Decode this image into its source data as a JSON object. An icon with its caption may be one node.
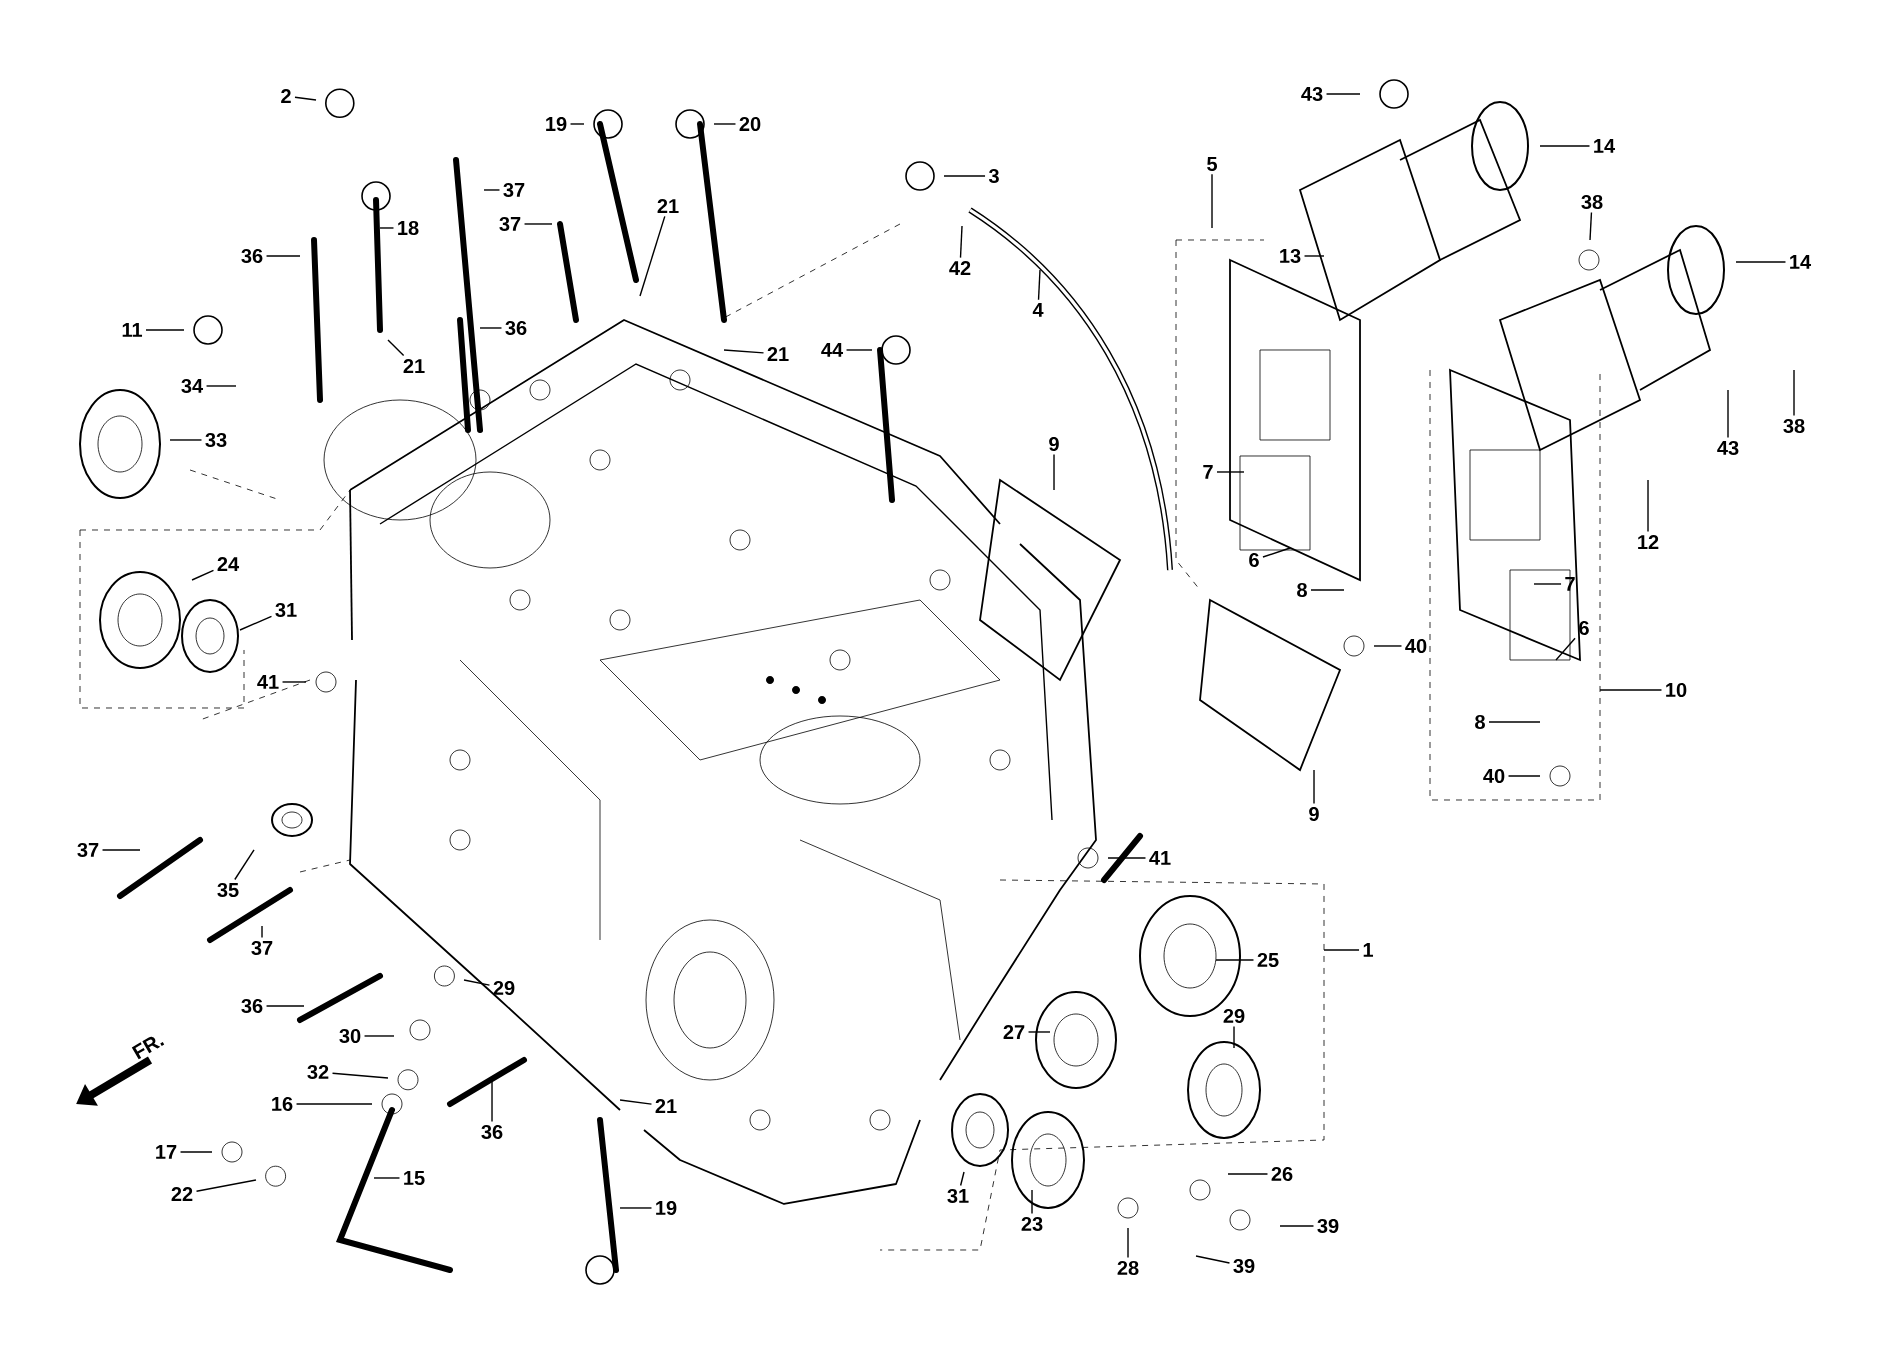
{
  "diagram": {
    "nodes": [
      {
        "text": [
          "2"
        ]
      },
      {
        "text": [
          "19"
        ]
      },
      {
        "text": [
          "20"
        ]
      },
      {
        "text": [
          "3"
        ]
      },
      {
        "text": [
          "42"
        ]
      },
      {
        "text": [
          "4"
        ]
      },
      {
        "text": [
          "43"
        ]
      },
      {
        "text": [
          "14"
        ]
      },
      {
        "text": [
          "38"
        ]
      },
      {
        "text": [
          "14"
        ]
      },
      {
        "text": [
          "13"
        ]
      },
      {
        "text": [
          "5"
        ]
      },
      {
        "text": [
          "37"
        ]
      },
      {
        "text": [
          "37"
        ]
      },
      {
        "text": [
          "18"
        ]
      },
      {
        "text": [
          "36"
        ]
      },
      {
        "text": [
          "21"
        ]
      },
      {
        "text": [
          "21"
        ]
      },
      {
        "text": [
          "44"
        ]
      },
      {
        "text": [
          "11"
        ]
      },
      {
        "text": [
          "21"
        ]
      },
      {
        "text": [
          "36"
        ]
      },
      {
        "text": [
          "34"
        ]
      },
      {
        "text": [
          "33"
        ]
      },
      {
        "text": [
          "24"
        ]
      },
      {
        "text": [
          "31"
        ]
      },
      {
        "text": [
          "41"
        ]
      },
      {
        "text": [
          "9"
        ]
      },
      {
        "text": [
          "7"
        ]
      },
      {
        "text": [
          "6"
        ]
      },
      {
        "text": [
          "8"
        ]
      },
      {
        "text": [
          "40"
        ]
      },
      {
        "text": [
          "38"
        ]
      },
      {
        "text": [
          "43"
        ]
      },
      {
        "text": [
          "12"
        ]
      },
      {
        "text": [
          "7"
        ]
      },
      {
        "text": [
          "6"
        ]
      },
      {
        "text": [
          "8"
        ]
      },
      {
        "text": [
          "40"
        ]
      },
      {
        "text": [
          "10"
        ]
      },
      {
        "text": [
          "9"
        ]
      },
      {
        "text": [
          "37"
        ]
      },
      {
        "text": [
          "35"
        ]
      },
      {
        "text": [
          "37"
        ]
      },
      {
        "text": [
          "41"
        ]
      },
      {
        "text": [
          "1"
        ]
      },
      {
        "text": [
          "25"
        ]
      },
      {
        "text": [
          "27"
        ]
      },
      {
        "text": [
          "29"
        ]
      },
      {
        "text": [
          "36"
        ]
      },
      {
        "text": [
          "29"
        ]
      },
      {
        "text": [
          "30"
        ]
      },
      {
        "text": [
          "32"
        ]
      },
      {
        "text": [
          "16"
        ]
      },
      {
        "text": [
          "36"
        ]
      },
      {
        "text": [
          "21"
        ]
      },
      {
        "text": [
          "17"
        ]
      },
      {
        "text": [
          "22"
        ]
      },
      {
        "text": [
          "15"
        ]
      },
      {
        "text": [
          "19"
        ]
      },
      {
        "text": [
          "31"
        ]
      },
      {
        "text": [
          "23"
        ]
      },
      {
        "text": [
          "26"
        ]
      },
      {
        "text": [
          "39"
        ]
      },
      {
        "text": [
          "28"
        ]
      },
      {
        "text": [
          "39"
        ]
      }
    ],
    "edges": [
      {
        "from": 0,
        "to": null,
        "arrow": "none"
      },
      {
        "from": 1,
        "to": null,
        "arrow": "none"
      },
      {
        "from": 2,
        "to": null,
        "arrow": "none"
      },
      {
        "from": 3,
        "to": null,
        "arrow": "none"
      },
      {
        "from": 4,
        "to": null,
        "arrow": "none"
      },
      {
        "from": 5,
        "to": null,
        "arrow": "none"
      },
      {
        "from": 6,
        "to": null,
        "arrow": "none"
      },
      {
        "from": 7,
        "to": null,
        "arrow": "none"
      },
      {
        "from": 8,
        "to": null,
        "arrow": "none"
      },
      {
        "from": 9,
        "to": null,
        "arrow": "none"
      },
      {
        "from": 10,
        "to": null,
        "arrow": "none"
      },
      {
        "from": 11,
        "to": null,
        "arrow": "none"
      },
      {
        "from": 12,
        "to": null,
        "arrow": "none"
      },
      {
        "from": 13,
        "to": null,
        "arrow": "none"
      },
      {
        "from": 14,
        "to": null,
        "arrow": "none"
      },
      {
        "from": 15,
        "to": null,
        "arrow": "none"
      },
      {
        "from": 16,
        "to": null,
        "arrow": "none"
      },
      {
        "from": 17,
        "to": null,
        "arrow": "none"
      },
      {
        "from": 18,
        "to": null,
        "arrow": "none"
      },
      {
        "from": 19,
        "to": null,
        "arrow": "none"
      },
      {
        "from": 20,
        "to": null,
        "arrow": "none"
      },
      {
        "from": 21,
        "to": null,
        "arrow": "none"
      },
      {
        "from": 22,
        "to": null,
        "arrow": "none"
      },
      {
        "from": 23,
        "to": null,
        "arrow": "none"
      },
      {
        "from": 24,
        "to": null,
        "arrow": "none"
      },
      {
        "from": 25,
        "to": null,
        "arrow": "none"
      },
      {
        "from": 26,
        "to": null,
        "arrow": "none"
      },
      {
        "from": 27,
        "to": null,
        "arrow": "none"
      },
      {
        "from": 28,
        "to": null,
        "arrow": "none"
      },
      {
        "from": 29,
        "to": null,
        "arrow": "none"
      },
      {
        "from": 30,
        "to": null,
        "arrow": "none"
      },
      {
        "from": 31,
        "to": null,
        "arrow": "none"
      },
      {
        "from": 32,
        "to": null,
        "arrow": "none"
      },
      {
        "from": 33,
        "to": null,
        "arrow": "none"
      },
      {
        "from": 34,
        "to": null,
        "arrow": "none"
      },
      {
        "from": 35,
        "to": null,
        "arrow": "none"
      },
      {
        "from": 36,
        "to": null,
        "arrow": "none"
      },
      {
        "from": 37,
        "to": null,
        "arrow": "none"
      },
      {
        "from": 38,
        "to": null,
        "arrow": "none"
      },
      {
        "from": 39,
        "to": null,
        "arrow": "none"
      },
      {
        "from": 40,
        "to": null,
        "arrow": "none"
      },
      {
        "from": 41,
        "to": null,
        "arrow": "none"
      },
      {
        "from": 42,
        "to": null,
        "arrow": "none"
      },
      {
        "from": 43,
        "to": null,
        "arrow": "none"
      },
      {
        "from": 44,
        "to": null,
        "arrow": "none"
      },
      {
        "from": 45,
        "to": null,
        "arrow": "none"
      },
      {
        "from": 46,
        "to": null,
        "arrow": "none"
      },
      {
        "from": 47,
        "to": null,
        "arrow": "none"
      },
      {
        "from": 48,
        "to": null,
        "arrow": "none"
      },
      {
        "from": 49,
        "to": null,
        "arrow": "none"
      },
      {
        "from": 50,
        "to": null,
        "arrow": "none"
      },
      {
        "from": 51,
        "to": null,
        "arrow": "none"
      },
      {
        "from": 52,
        "to": null,
        "arrow": "none"
      },
      {
        "from": 53,
        "to": null,
        "arrow": "none"
      },
      {
        "from": 54,
        "to": null,
        "arrow": "none"
      },
      {
        "from": 55,
        "to": null,
        "arrow": "none"
      },
      {
        "from": 56,
        "to": null,
        "arrow": "none"
      },
      {
        "from": 57,
        "to": null,
        "arrow": "none"
      },
      {
        "from": 58,
        "to": null,
        "arrow": "none"
      },
      {
        "from": 59,
        "to": null,
        "arrow": "none"
      },
      {
        "from": 60,
        "to": null,
        "arrow": "none"
      },
      {
        "from": 61,
        "to": null,
        "arrow": "none"
      },
      {
        "from": 62,
        "to": null,
        "arrow": "none"
      },
      {
        "from": 63,
        "to": null,
        "arrow": "none"
      },
      {
        "from": 64,
        "to": null,
        "arrow": "none"
      },
      {
        "from": 65,
        "to": null,
        "arrow": "none"
      }
    ],
    "labels": [
      "FR."
    ]
  }
}
